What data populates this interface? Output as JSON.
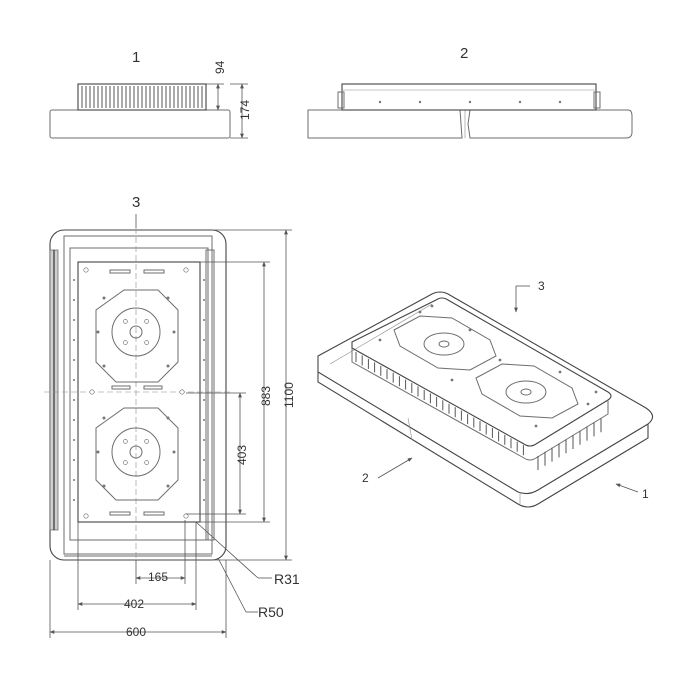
{
  "views": {
    "view_1_label": "1",
    "view_2_label": "2",
    "view_3_label": "3"
  },
  "dimensions": {
    "height_94": "94",
    "height_174": "174",
    "length_1100": "1100",
    "length_883": "883",
    "length_403": "403",
    "width_165": "165",
    "width_402": "402",
    "width_600": "600",
    "radius_31": "R31",
    "radius_50": "R50"
  },
  "iso_callouts": {
    "callout_1": "1",
    "callout_2": "2",
    "callout_3": "3"
  }
}
